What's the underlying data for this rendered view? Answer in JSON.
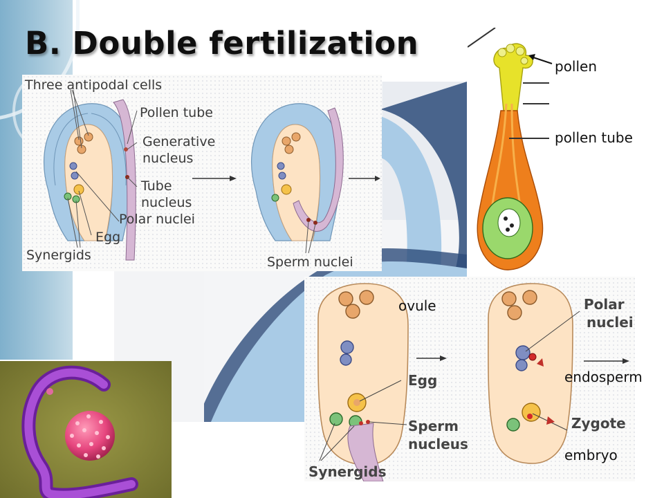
{
  "slide": {
    "title": "B. Double fertilization"
  },
  "upper_diagram": {
    "labels": {
      "antipodal": "Three antipodal cells",
      "pollen_tube": "Pollen tube",
      "generative_1": "Generative",
      "generative_2": "nucleus",
      "tube_1": "Tube",
      "tube_2": "nucleus",
      "polar": "Polar nuclei",
      "egg": "Egg",
      "synergids": "Synergids",
      "sperm": "Sperm nuclei"
    }
  },
  "pollen_photo": {
    "labels": {
      "pollen": "pollen",
      "pollen_tube": "pollen tube"
    }
  },
  "lower_diagram": {
    "labels": {
      "polar_1": "Polar",
      "polar_2": "nuclei",
      "egg": "Egg",
      "sperm_1": "Sperm",
      "sperm_2": "nucleus",
      "zygote": "Zygote",
      "synergids": "Synergids",
      "ovule": "ovule",
      "endosperm": "endosperm",
      "embryo": "embryo"
    }
  },
  "colors": {
    "ovule_blue": "#a9cbe6",
    "sac_peach": "#fde3c4",
    "tube_purple": "#d6b7d4",
    "nucleus_brown": "#e8a66a",
    "nucleus_blue": "#7f8ec2",
    "pollen_yellow": "#e7e22a",
    "pollen_orange": "#ee7f1c",
    "pollen_green": "#9ad86c",
    "photo_bg": "#8b8a3c",
    "photo_tube": "#9a3ec8",
    "photo_grain": "#e6467e"
  }
}
